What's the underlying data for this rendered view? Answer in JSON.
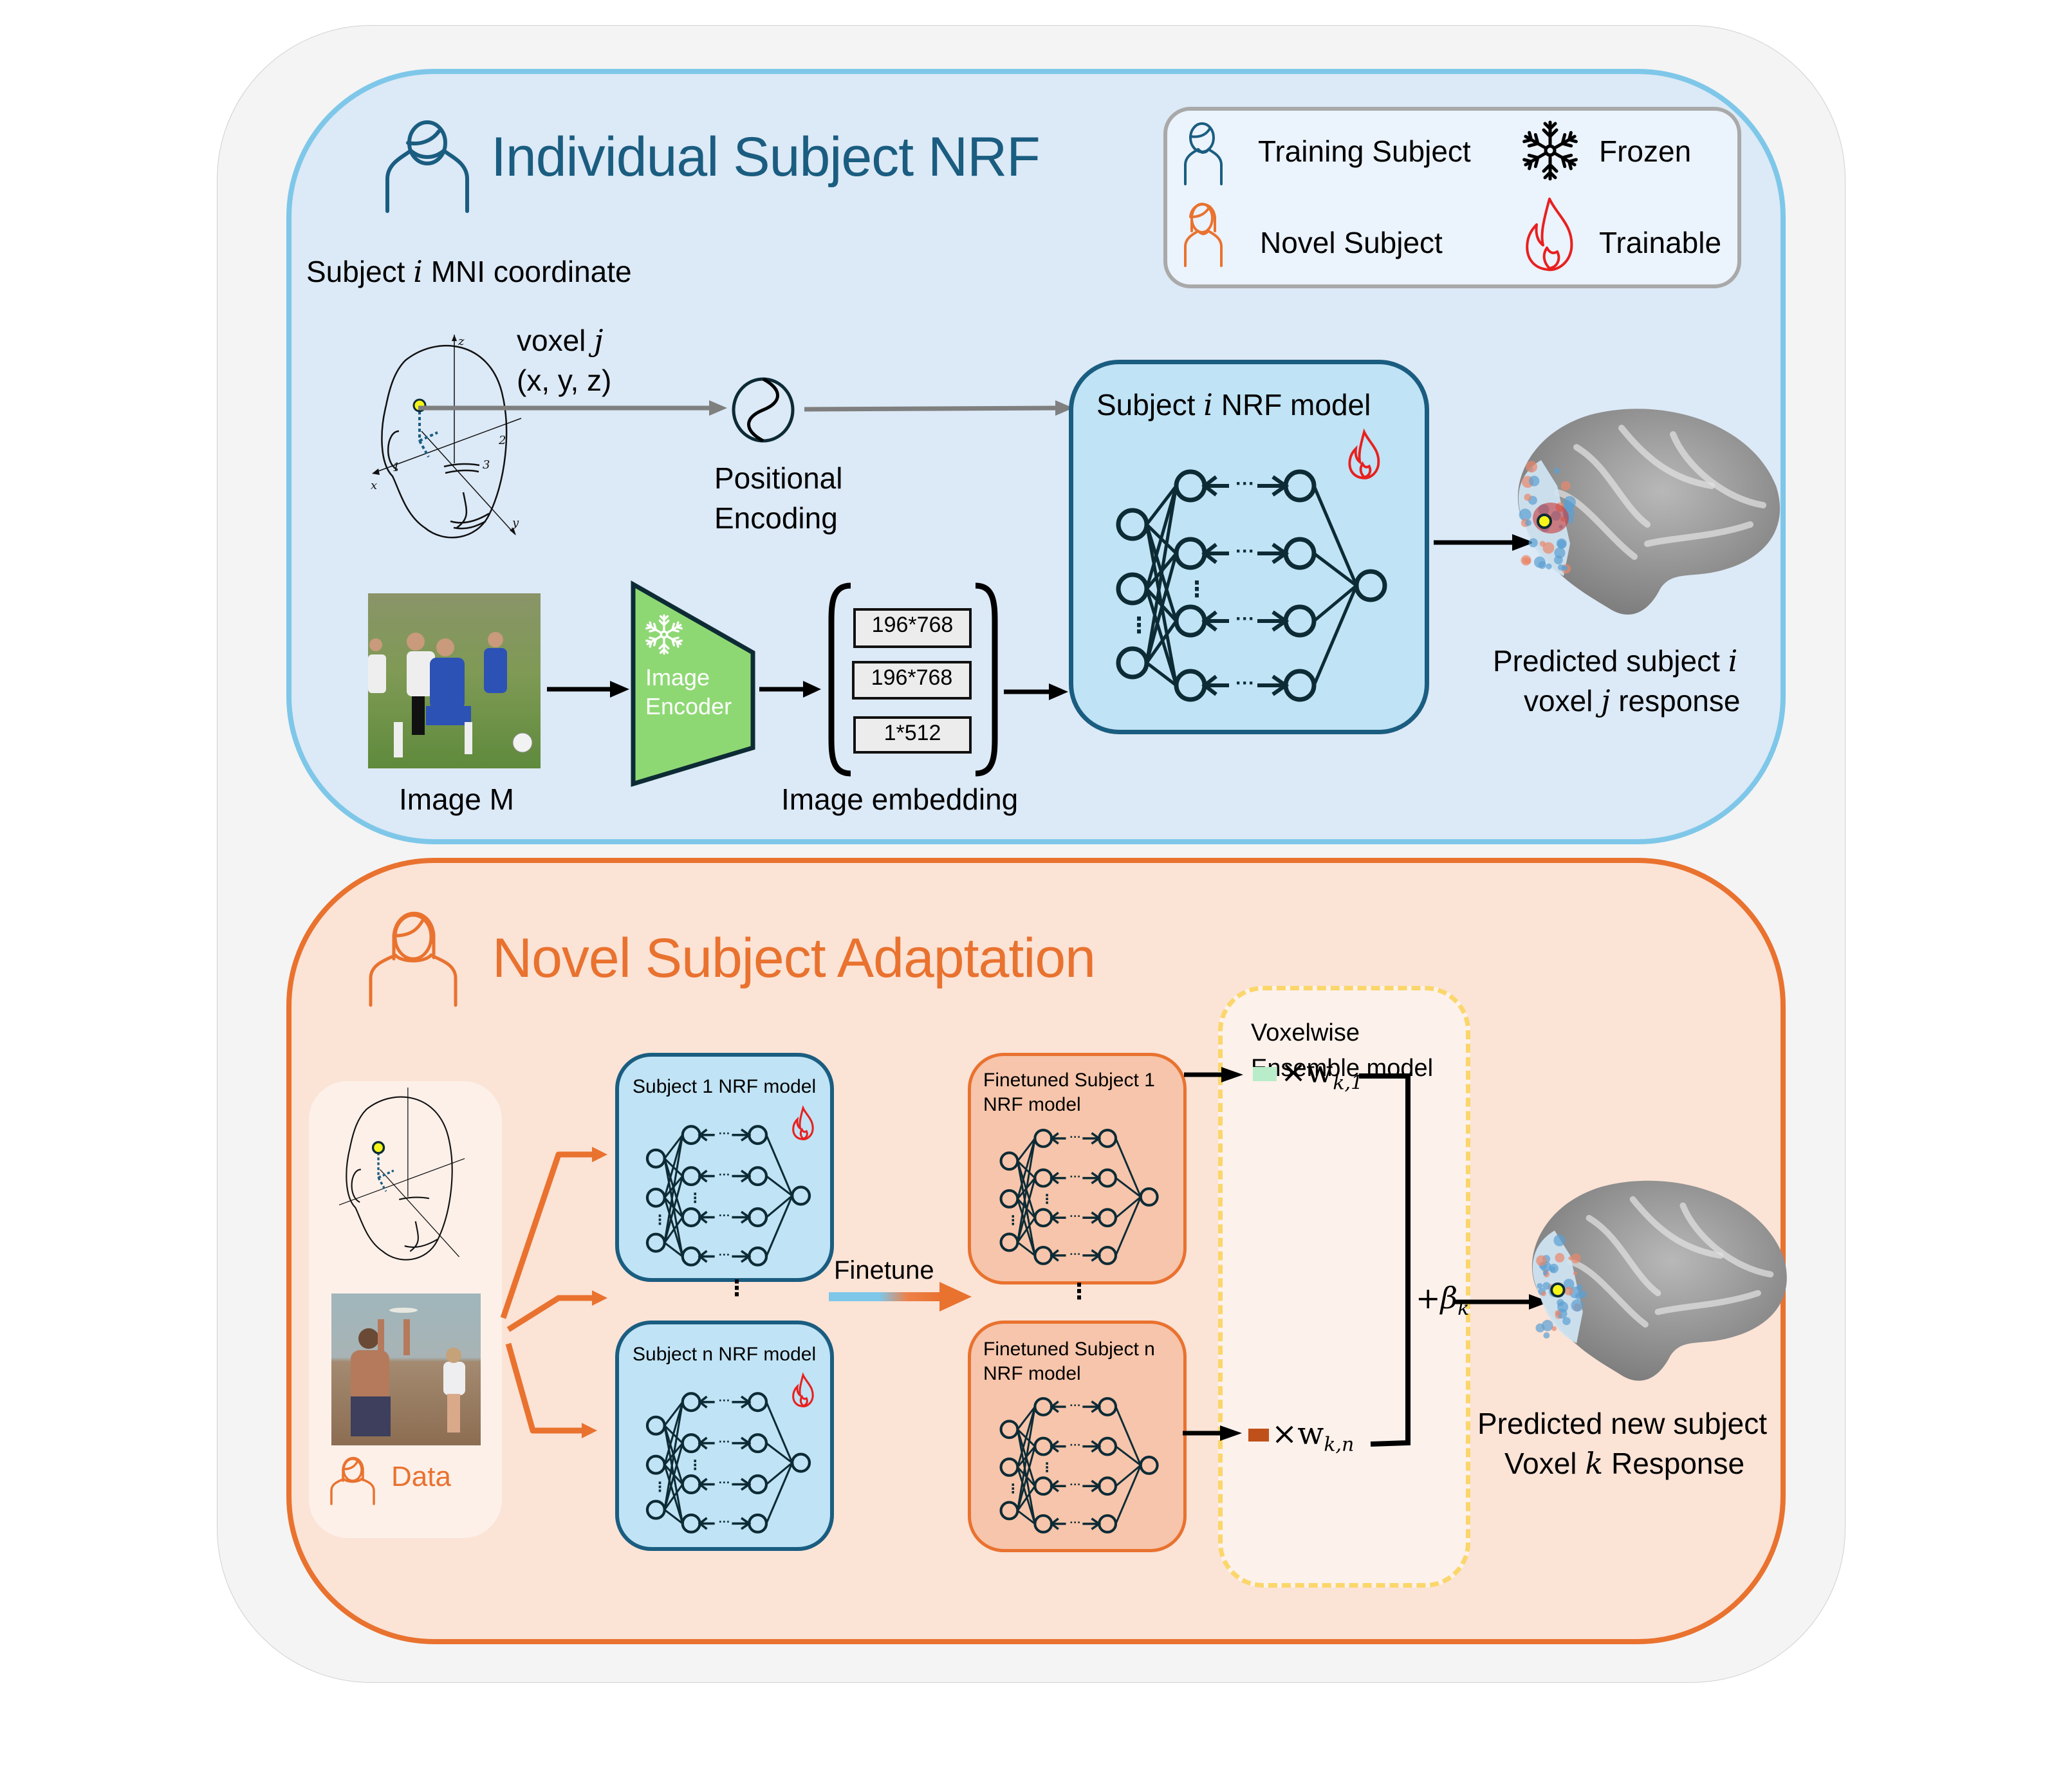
{
  "individual": {
    "title": "Individual Subject NRF",
    "coord_label_prefix": "Subject ",
    "coord_label_var": "i",
    "coord_label_suffix": " MNI coordinate",
    "voxel_label_prefix": "voxel ",
    "voxel_label_var": "j",
    "voxel_coords": "(x, y, z)",
    "pos_enc_line1": "Positional",
    "pos_enc_line2": "Encoding",
    "model_title_prefix": "Subject ",
    "model_title_var": "i",
    "model_title_suffix": " NRF model",
    "image_label": "Image M",
    "encoder_line1": "Image",
    "encoder_line2": "Encoder",
    "embedding_label": "Image embedding",
    "embeddings": [
      "196*768",
      "196*768",
      "1*512"
    ],
    "output_line1_prefix": "Predicted subject ",
    "output_line1_var": "i",
    "output_line2_prefix": "voxel ",
    "output_line2_var": "j",
    "output_line2_suffix": " response",
    "axis_labels": {
      "x": "x",
      "y": "y",
      "z": "z",
      "p1": "1",
      "p2": "2",
      "p3": "3"
    }
  },
  "legend": {
    "training_subject": "Training  Subject",
    "novel_subject": "Novel  Subject",
    "frozen": "Frozen",
    "trainable": "Trainable"
  },
  "novel": {
    "title": "Novel Subject Adaptation",
    "data_label": "Data",
    "subject1_model": "Subject 1 NRF model",
    "subjectn_model": "Subject n NRF model",
    "finetune_label": "Finetune",
    "finetuned1_line1": "Finetuned Subject 1",
    "finetuned1_line2": "NRF model",
    "finetunedn_line1": "Finetuned Subject n",
    "finetunedn_line2": "NRF model",
    "ensemble_line1": "Voxelwise",
    "ensemble_line2": "Ensemble model",
    "weight1": "×w",
    "weight1_sub": "k,1",
    "weightn": "×w",
    "weightn_sub": "k,n",
    "bias": "+β",
    "bias_sub": "k",
    "output_line1": "Predicted new subject",
    "output_line2_prefix": "Voxel ",
    "output_line2_var": "k",
    "output_line2_suffix": " Response"
  },
  "colors": {
    "training_blue": "#1a5d80",
    "novel_orange": "#e9722f",
    "trainable_red": "#e8201f",
    "encoder_green": "#8ed874",
    "weight1_square": "#b9ecc9",
    "weightn_square": "#c0501a",
    "voxel_dot": "#f5f51a"
  }
}
